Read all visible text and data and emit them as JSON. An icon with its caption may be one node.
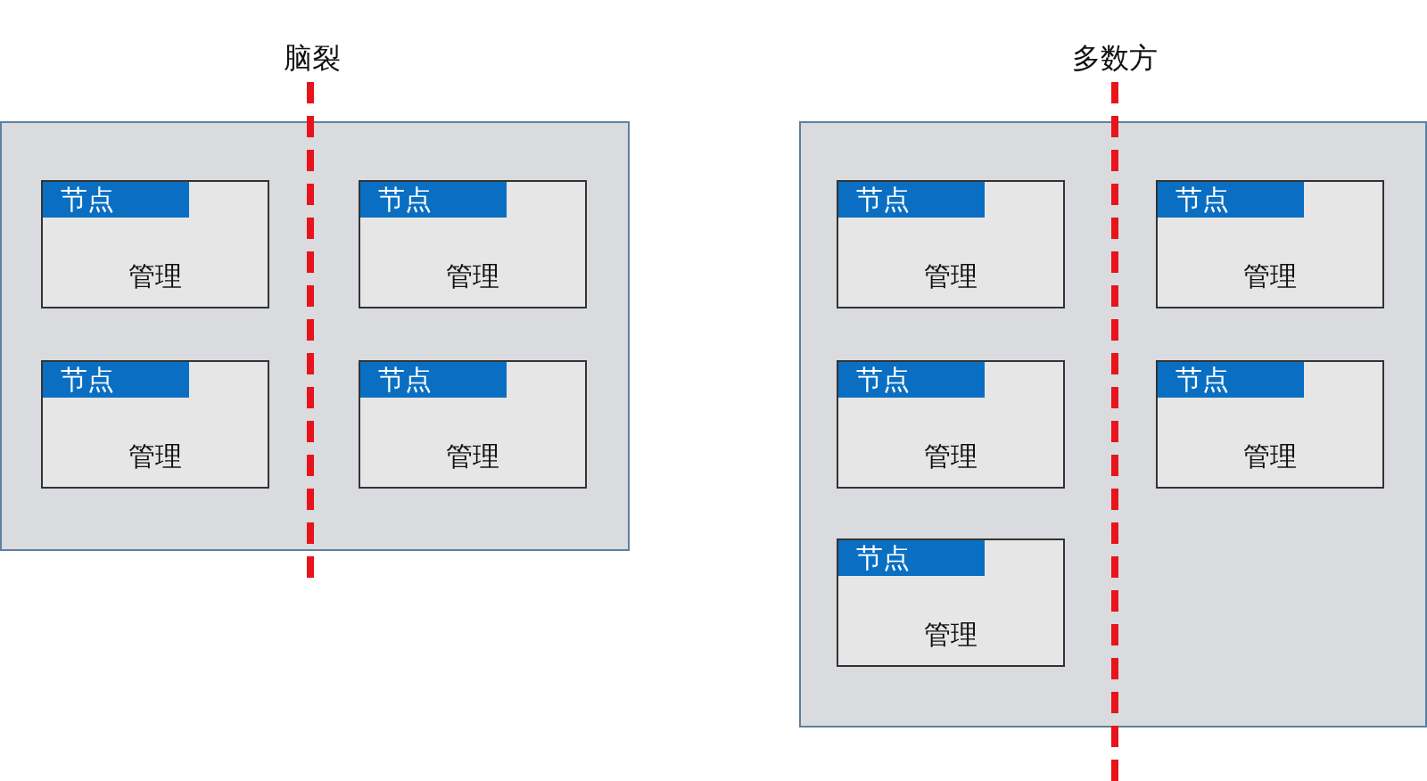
{
  "diagram": {
    "nodes": [
      {
        "text": [
          "脑裂"
        ]
      },
      {
        "text": [
          "节点",
          "管理"
        ],
        "in": 0
      },
      {
        "text": [
          "节点",
          "管理"
        ],
        "in": 0
      },
      {
        "text": [
          "节点",
          "管理"
        ],
        "in": 0
      },
      {
        "text": [
          "节点",
          "管理"
        ],
        "in": 0
      },
      {
        "text": [
          "多数方"
        ]
      },
      {
        "text": [
          "节点",
          "管理"
        ],
        "in": 5
      },
      {
        "text": [
          "节点",
          "管理"
        ],
        "in": 5
      },
      {
        "text": [
          "节点",
          "管理"
        ],
        "in": 5
      },
      {
        "text": [
          "节点",
          "管理"
        ],
        "in": 5
      },
      {
        "text": [
          "节点",
          "管理"
        ],
        "in": 5
      }
    ],
    "edges": []
  }
}
